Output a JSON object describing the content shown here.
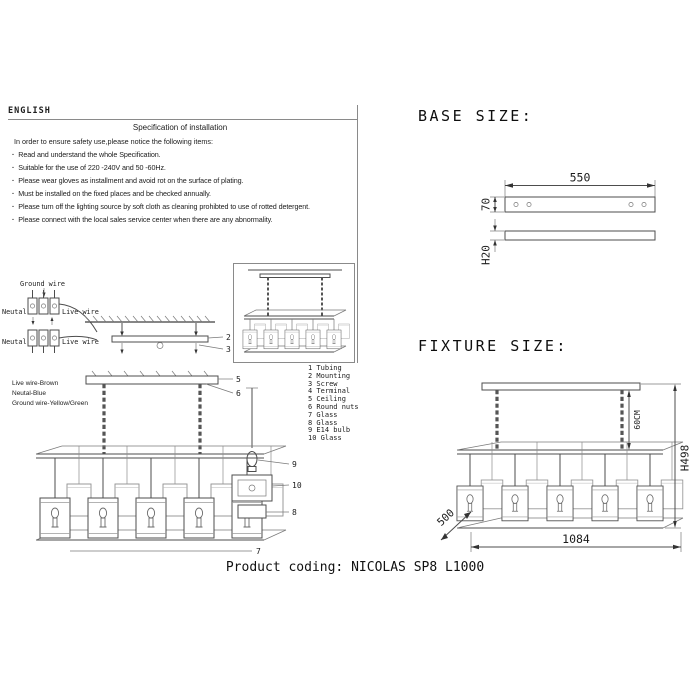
{
  "spec": {
    "language": "ENGLISH",
    "title": "Specification of installation",
    "intro": "In order to ensure safety use,please notice the following items:",
    "items": [
      "Read and understand the whole Specification.",
      "Suitable for the use of 220 -240V and 50 -60Hz.",
      "Please wear gloves as installment and avoid rot on the surface of plating.",
      "Must be installed on the fixed places and be checked annually.",
      "Please turn off the lighting source by soft cloth as cleaning prohibted to use of rotted detergent.",
      "Please connect with the local sales service center when there are any abnormality."
    ]
  },
  "wiring": {
    "ground": "Ground wire",
    "neutral_top": "Neutal",
    "live_top": "Live wire",
    "neutral_bottom": "Neutal",
    "live_bottom": "Live wire",
    "legend": [
      "Live wire-Brown",
      "Neutal-Blue",
      "Ground wire-Yellow/Green"
    ]
  },
  "parts": [
    "1 Tubing",
    "2 Mounting",
    "3 Screw",
    "4 Terminal",
    "5 Ceiling",
    "6 Round nuts",
    "7 Glass",
    "8 Glass",
    "9 E14 bulb",
    "10 Glass"
  ],
  "callouts": {
    "n2": "2",
    "n3": "3",
    "n5": "5",
    "n6": "6",
    "n7": "7",
    "n8": "8",
    "n9": "9",
    "n10": "10"
  },
  "base": {
    "heading": "BASE SIZE:",
    "width": "550",
    "depth": "70",
    "height": "H20"
  },
  "fixture": {
    "heading": "FIXTURE SIZE:",
    "chain": "60CM",
    "height": "H498",
    "depth": "500",
    "width": "1084"
  },
  "footer": {
    "product": "Product coding: NICOLAS SP8 L1000"
  }
}
